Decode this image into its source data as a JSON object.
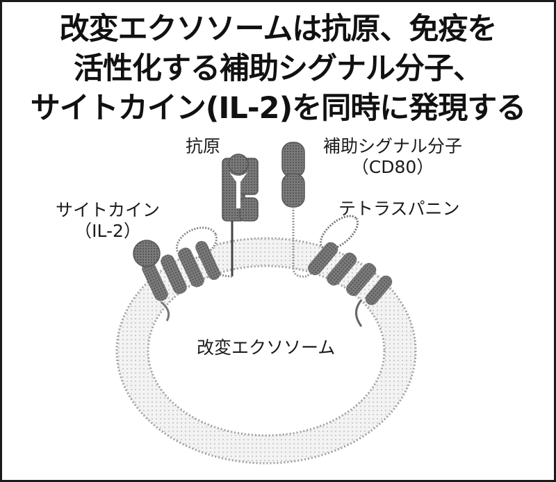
{
  "title": {
    "lines": [
      "改変エクソソームは抗原、免疫を",
      "活性化する補助シグナル分子、",
      "サイトカイン(IL-2)を同時に発現する"
    ]
  },
  "labels": {
    "antigen": "抗原",
    "costim_line1": "補助シグナル分子",
    "costim_line2": "（CD80）",
    "cytokine_line1": "サイトカイン",
    "cytokine_line2": "（IL-2）",
    "tetraspanin": "テトラスパニン",
    "exosome": "改変エクソソーム"
  },
  "colors": {
    "border": "#1a1a1a",
    "protein_fill": "#6e6e6e",
    "protein_stroke": "#555555",
    "membrane_dots": "#9a9a9a",
    "membrane_fill": "#ececec",
    "background": "#ffffff"
  }
}
